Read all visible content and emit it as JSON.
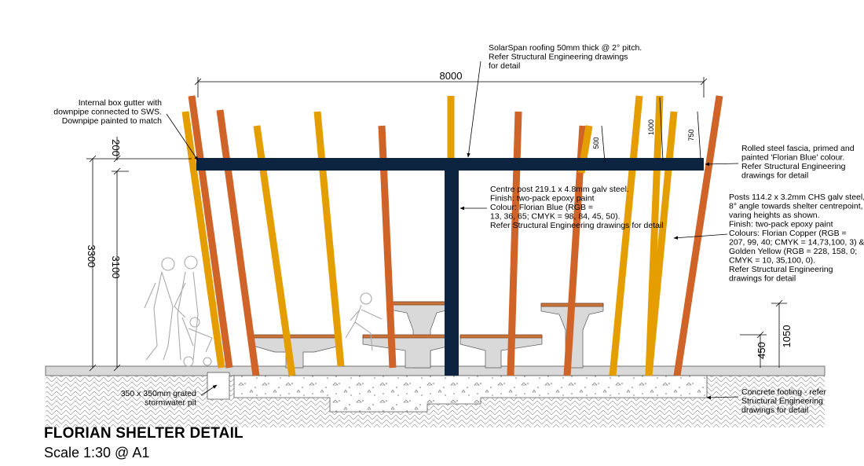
{
  "drawing": {
    "title": "FLORIAN SHELTER DETAIL",
    "scale": "Scale 1:30 @ A1",
    "colors": {
      "fascia": "#0D2441",
      "post_copper": "#CF6328",
      "post_yellow": "#E49E00",
      "bench_top": "#C9743A",
      "concrete": "#D9D9D9"
    },
    "dimensions": {
      "overall_width": "8000",
      "height_total": "3300",
      "height_fascia": "3100",
      "offset_top": "200",
      "post_extension_500": "500",
      "post_extension_1000": "1000",
      "post_extension_750": "750",
      "table_height": "1050",
      "bench_height": "450"
    },
    "notes": {
      "roofing": [
        "SolarSpan roofing 50mm thick @ 2° pitch.",
        "Refer Structural Engineering drawings",
        "for detail"
      ],
      "gutter": [
        "Internal box gutter with",
        "downpipe connected to SWS.",
        "Downpipe painted to match"
      ],
      "fascia": [
        "Rolled steel fascia, primed and",
        "painted 'Florian Blue' colour.",
        "Refer Structural Engineering",
        "drawings for detail"
      ],
      "centre_post": [
        "Centre post 219.1 x 4.8mm galv steel.",
        "Finish: two-pack epoxy paint",
        "Colour: Florian Blue (RGB =",
        "13, 36, 65; CMYK = 98, 84, 45, 50).",
        "Refer Structural Engineering drawings for detail"
      ],
      "posts": [
        "Posts 114.2 x 3.2mm CHS galv steel,",
        "8° angle towards shelter centrepoint,",
        "varing heights as shown.",
        "Finish: two-pack epoxy paint",
        "Colours: Florian Copper (RGB =",
        "207, 99, 40; CMYK = 14,73,100, 3) &",
        "Golden Yellow (RGB = 228, 158, 0;",
        "CMYK = 10, 35,100, 0).",
        "Refer Structural Engineering",
        "drawings for detail"
      ],
      "pit": [
        "350 x 350mm grated",
        "stormwater pit"
      ],
      "footing": [
        "Concrete footing - refer",
        "Structural Engineering",
        "drawings for detail"
      ]
    }
  }
}
